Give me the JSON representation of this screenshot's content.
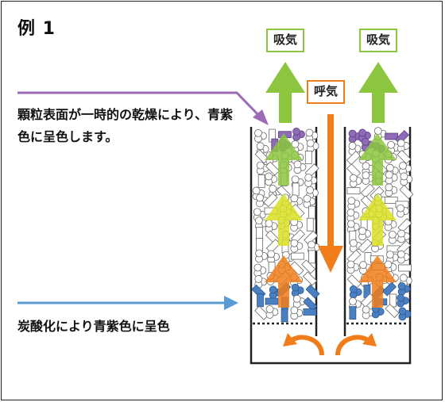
{
  "title": "例 1",
  "annotations": {
    "surface_dry": "顆粒表面が一時的の乾燥により、青紫色に呈色します。",
    "co2": "炭酸化により青紫色に呈色"
  },
  "labels": {
    "inhale_left": "吸気",
    "inhale_right": "吸気",
    "exhale": "呼気"
  },
  "colors": {
    "inhale_arrow": "#8cc63f",
    "mid_arrow": "#d9e021",
    "exhale_arrow": "#f07d1a",
    "surface_pointer": "#9b6bb5",
    "co2_pointer": "#5b9bd5",
    "granule_purple": "#8e6bb8",
    "granule_blue": "#4a7fc1"
  }
}
